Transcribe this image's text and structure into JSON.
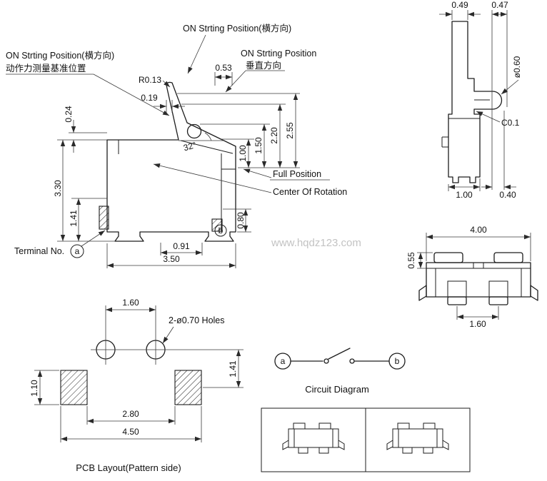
{
  "watermark": "www.hqdz123.com",
  "main_view": {
    "label_top": "ON Strting Position(横方向)",
    "label_left_1": "ON Strting Position(横方向)",
    "label_left_2": "动作力测量基准位置",
    "label_right_1": "ON Strting Position",
    "label_right_2": "垂直方向",
    "full_position": "Full Position",
    "center_of_rotation": "Center Of Rotation",
    "terminal_no": "Terminal No.",
    "terminal_a": "a",
    "terminal_b": "b",
    "dim_r": "R0.13",
    "dim_053": "0.53",
    "dim_019": "0.19",
    "dim_024": "0.24",
    "dim_330": "3.30",
    "dim_141": "1.41",
    "dim_255": "2.55",
    "dim_220": "2.20",
    "dim_150": "1.50",
    "dim_100": "1.00",
    "dim_angle": "32°",
    "dim_080": "0.80",
    "dim_091": "0.91",
    "dim_350": "3.50"
  },
  "side_view": {
    "dim_049": "0.49",
    "dim_047": "0.47",
    "dim_dia060": "ø0.60",
    "dim_c01": "C0.1",
    "dim_100": "1.00",
    "dim_040": "0.40"
  },
  "front_view": {
    "dim_400": "4.00",
    "dim_055": "0.55",
    "dim_160": "1.60"
  },
  "pcb": {
    "title": "PCB Layout(Pattern side)",
    "holes_note": "2-ø0.70 Holes",
    "dim_160": "1.60",
    "dim_141": "1.41",
    "dim_110": "1.10",
    "dim_280": "2.80",
    "dim_450": "4.50"
  },
  "circuit": {
    "title": "Circuit Diagram",
    "terminal_a": "a",
    "terminal_b": "b"
  }
}
